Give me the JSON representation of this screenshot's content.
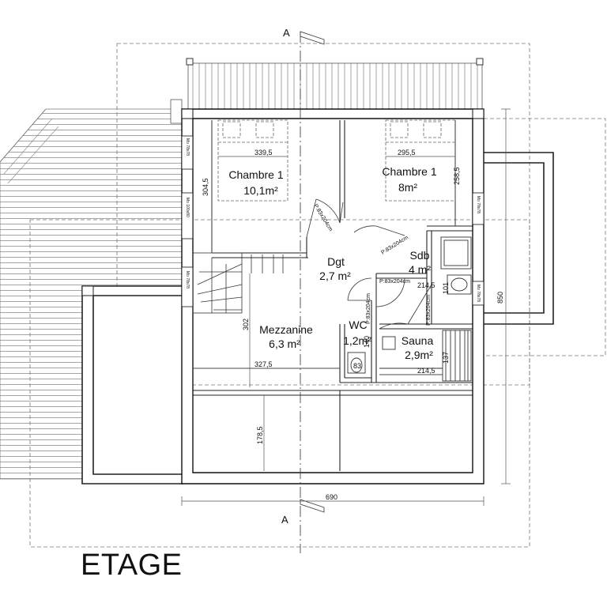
{
  "title": "ETAGE",
  "section_marker": "A",
  "rooms": [
    {
      "id": "chambre-1-west",
      "name": "Chambre 1",
      "area": "10,1m²"
    },
    {
      "id": "chambre-1-east",
      "name": "Chambre 1",
      "area": "8m²"
    },
    {
      "id": "dgt",
      "name": "Dgt",
      "area": "2,7 m²"
    },
    {
      "id": "sdb",
      "name": "Sdb",
      "area": "4 m²"
    },
    {
      "id": "mezzanine",
      "name": "Mezzanine",
      "area": "6,3 m²"
    },
    {
      "id": "wc",
      "name": "WC",
      "area": "1,2m²"
    },
    {
      "id": "sauna",
      "name": "Sauna",
      "area": "2,9m²"
    }
  ],
  "dimensions": {
    "d339_5": "339,5",
    "d295_5": "295,5",
    "d304_5": "304,5",
    "d258_5": "258,5",
    "d214_5_top": "214,5",
    "d214_5_bottom": "214,5",
    "d302": "302",
    "d327_5": "327,5",
    "d178_5": "178,5",
    "d690": "690",
    "d850": "850",
    "d137": "137",
    "d140": "140",
    "d83": "83",
    "d101": "101"
  },
  "doors": {
    "chambre_west": "P:83x204cm",
    "chambre_east": "P:83x204cm",
    "sdb": "P:83x204cm",
    "wc": "P:83x204cm",
    "sauna": "P:83x204cm"
  },
  "windows": {
    "w1": "Mo 78x78",
    "w2": "Mo 100x80",
    "w3": "Mo 78x78",
    "w4": "Mo 78x78",
    "w5": "Mo 78x78"
  }
}
